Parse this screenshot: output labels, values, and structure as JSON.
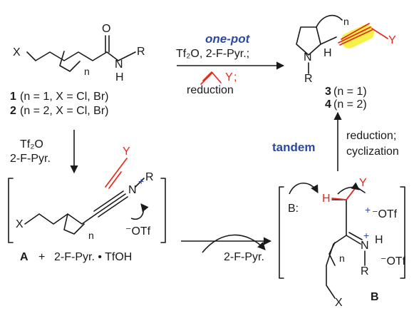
{
  "colors": {
    "ink": "#1a1a1a",
    "accent_blue": "#2b4aa3",
    "accent_red": "#e8281c",
    "highlight": "#f4ee2a"
  },
  "top_arrow": {
    "title": "one-pot",
    "reagents": "Tf₂O, 2-F-Pyr.;",
    "step2": "reduction"
  },
  "substrate": {
    "atom_X": "X",
    "atom_O": "O",
    "atom_N": "N",
    "atom_H": "H",
    "atom_R": "R",
    "index_n": "n",
    "cmp1_num": "1",
    "cmp1_cond": "(n = 1, X = Cl, Br)",
    "cmp2_num": "2",
    "cmp2_cond": "(n = 2, X = Cl, Br)"
  },
  "product": {
    "atom_n": "n",
    "atom_N": "N",
    "atom_H": "H",
    "atom_R": "R",
    "atom_Y": "Y",
    "cmp3_num": "3",
    "cmp3_cond": "(n = 1)",
    "cmp4_num": "4",
    "cmp4_cond": "(n = 2)"
  },
  "left_arrow": {
    "reagent1": "Tf₂O",
    "reagent2": "2-F-Pyr."
  },
  "right_arrow": {
    "label": "tandem",
    "step1": "reduction;",
    "step2": "cyclization"
  },
  "nitrilium": {
    "atom_Y": "Y",
    "atom_X": "X",
    "atom_N": "N",
    "atom_R": "R",
    "index_n": "n",
    "plus": "+",
    "otf": "⁻OTf"
  },
  "bottom_line": {
    "label_A": "A",
    "plus": "+",
    "salt": "2-F-Pyr. • TfOH",
    "base": "2-F-Pyr."
  },
  "intermediate_B": {
    "base": "B:",
    "atom_H": "H",
    "atom_Y": "Y",
    "plus": "+",
    "otf1": "⁻OTf",
    "otf2": "⁻OTf",
    "atom_N": "N",
    "atom_H2": "H",
    "atom_R": "R",
    "index_n": "n",
    "atom_X": "X",
    "label_B": "B"
  }
}
